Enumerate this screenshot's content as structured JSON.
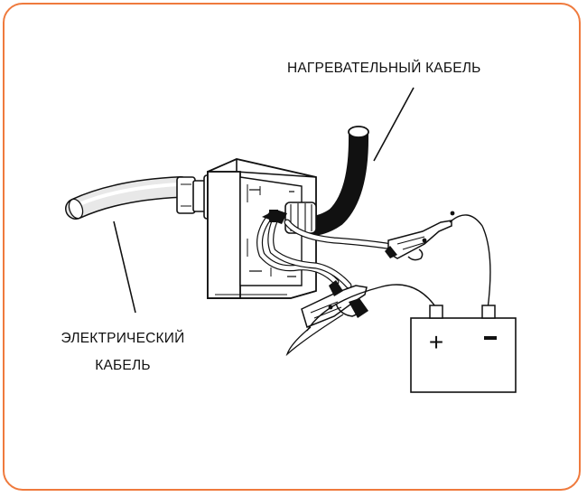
{
  "diagram": {
    "labels": {
      "heating_cable": "НАГРЕВАТЕЛЬНЫЙ КАБЕЛЬ",
      "electric_cable_line1": "ЭЛЕКТРИЧЕСКИЙ",
      "electric_cable_line2": "КАБЕЛЬ"
    },
    "battery": {
      "plus_symbol": "+",
      "minus_symbol": "-"
    },
    "colors": {
      "frame_border": "#ef7a3d",
      "ink": "#111111",
      "background": "#ffffff"
    }
  }
}
